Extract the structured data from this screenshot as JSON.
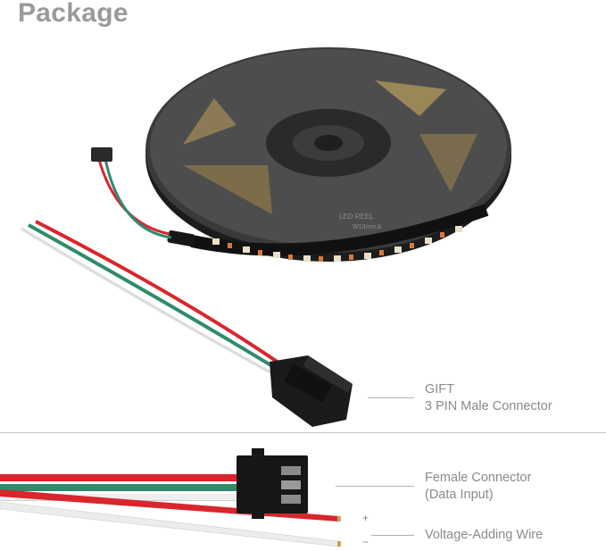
{
  "header": {
    "title": "Package"
  },
  "gift": {
    "line1": "GIFT",
    "line2": "3 PIN Male Connector"
  },
  "female": {
    "line1": "Female Connector",
    "line2": "(Data Input)"
  },
  "voltage": {
    "label": "Voltage-Adding Wire",
    "plus": "+",
    "minus": "−"
  },
  "reel": {
    "text1": "LED REEL",
    "text2": "W10mm  A"
  },
  "colors": {
    "red": "#d8262c",
    "green": "#2e8b6b",
    "white": "#f2f2f2",
    "reel": "#4a4a4a"
  }
}
